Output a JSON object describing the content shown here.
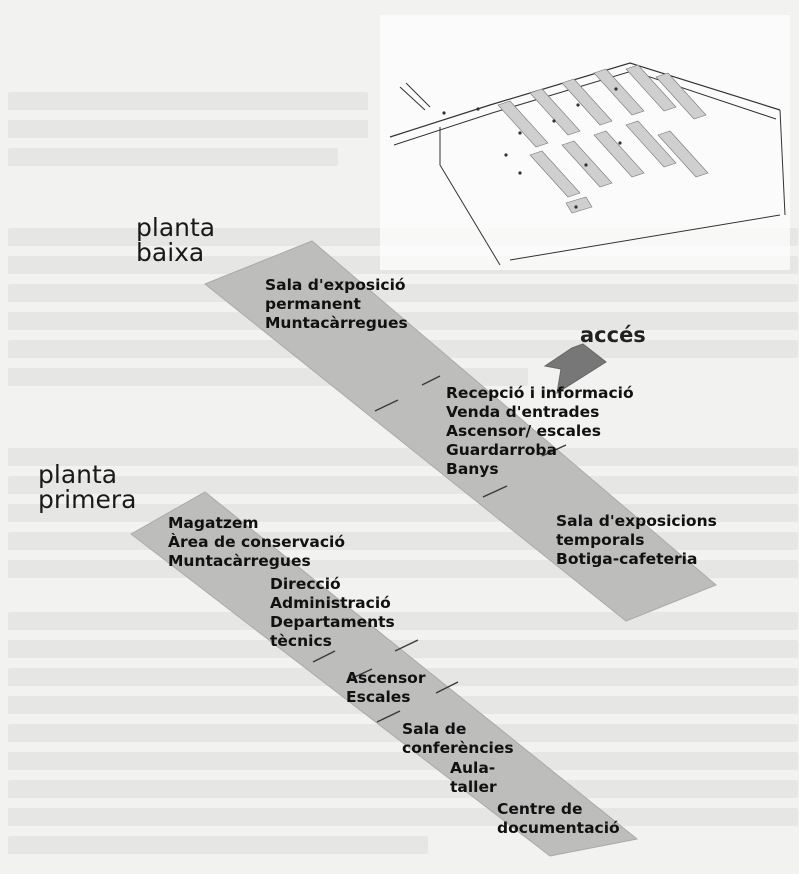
{
  "floors": {
    "ground": {
      "label_line1": "planta",
      "label_line2": "baixa",
      "rooms": [
        [
          "Sala d'exposició",
          "permanent",
          "Muntacàrregues"
        ],
        [
          "Recepció i informació",
          "Venda d'entrades",
          "Ascensor/ escales",
          "Guardarroba",
          "Banys"
        ],
        [
          "Sala d'exposicions",
          "temporals",
          "Botiga-cafeteria"
        ]
      ]
    },
    "first": {
      "label_line1": "planta",
      "label_line2": "primera",
      "rooms": [
        [
          "Magatzem",
          "Àrea de conservació",
          "Muntacàrregues"
        ],
        [
          "Direcció",
          "Administració",
          "Departaments",
          "tècnics"
        ],
        [
          "Ascensor",
          "Escales"
        ],
        [
          "Sala de",
          "conferències"
        ],
        [
          "Aula-",
          "taller"
        ],
        [
          "Centre de",
          "documentació"
        ]
      ]
    }
  },
  "entrance_label": "accés",
  "colors": {
    "slab": "#bdbdbb",
    "slab_edge": "#a9a9a7",
    "arrow": "#777777",
    "text": "#111111"
  }
}
